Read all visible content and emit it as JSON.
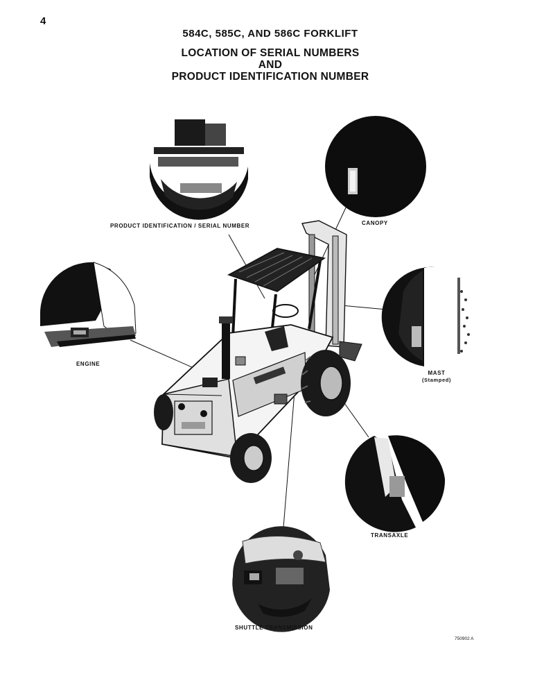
{
  "page": {
    "number": "4",
    "model_title": "584C, 585C, AND 586C FORKLIFT",
    "subtitle_line1": "LOCATION OF SERIAL NUMBERS",
    "subtitle_line2": "AND",
    "subtitle_line3": "PRODUCT IDENTIFICATION NUMBER",
    "figure_code": "750902 A"
  },
  "callouts": {
    "product_id": "PRODUCT IDENTIFICATION / SERIAL NUMBER",
    "canopy": "CANOPY",
    "engine": "ENGINE",
    "mast": "MAST",
    "mast_note": "(Stamped)",
    "transaxle": "TRANSAXLE",
    "shuttle": "SHUTTLE TRANSMISSION"
  },
  "colors": {
    "ink": "#111111",
    "paper": "#ffffff"
  }
}
